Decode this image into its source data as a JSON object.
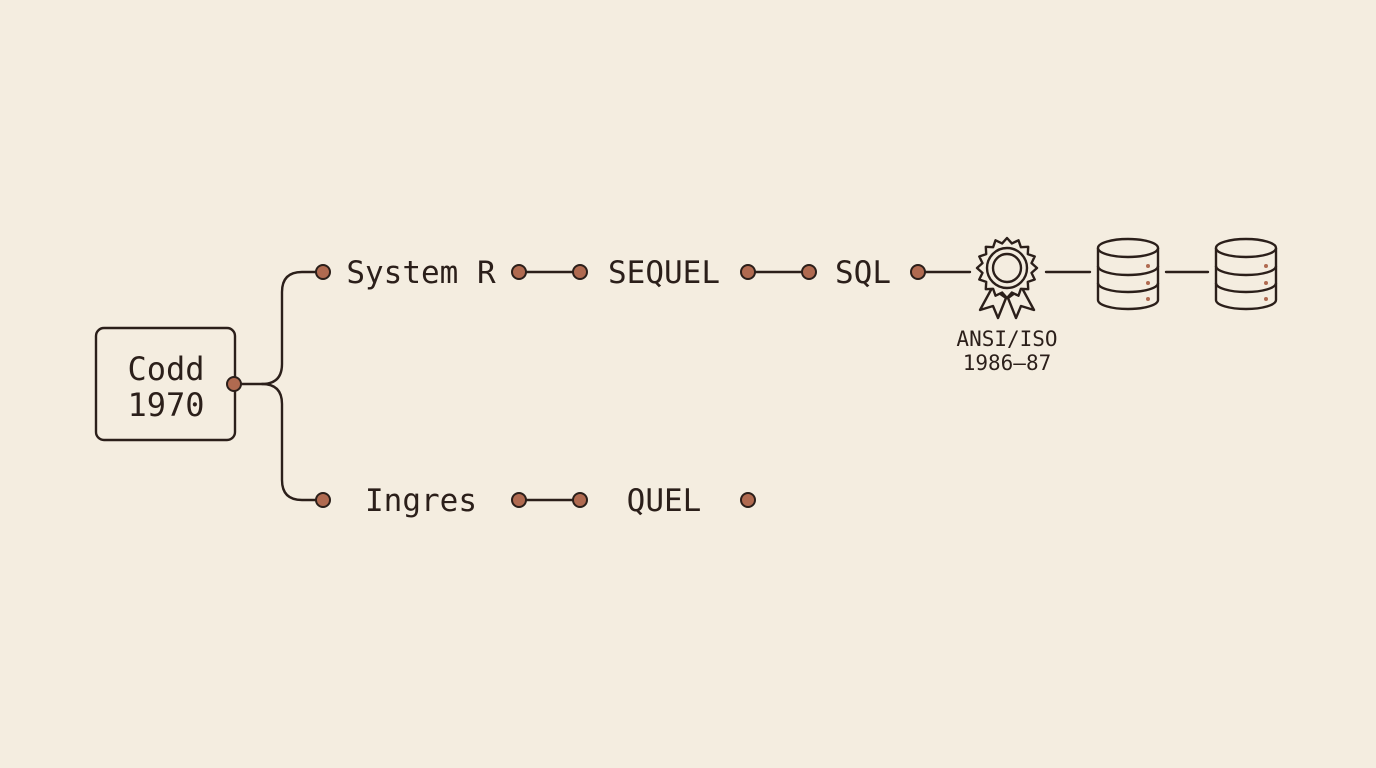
{
  "colors": {
    "background": "#f4ede0",
    "ink": "#2b1f1a",
    "connector_dot": "#b06a50"
  },
  "origin": {
    "line1": "Codd",
    "line2": "1970"
  },
  "branches": {
    "top": {
      "nodes": [
        "System R",
        "SEQUEL",
        "SQL"
      ]
    },
    "bottom": {
      "nodes": [
        "Ingres",
        "QUEL"
      ]
    }
  },
  "standard": {
    "icon": "award-ribbon-icon",
    "line1": "ANSI/ISO",
    "line2": "1986–87"
  },
  "databases": {
    "icons": [
      "database-icon",
      "database-icon"
    ]
  }
}
